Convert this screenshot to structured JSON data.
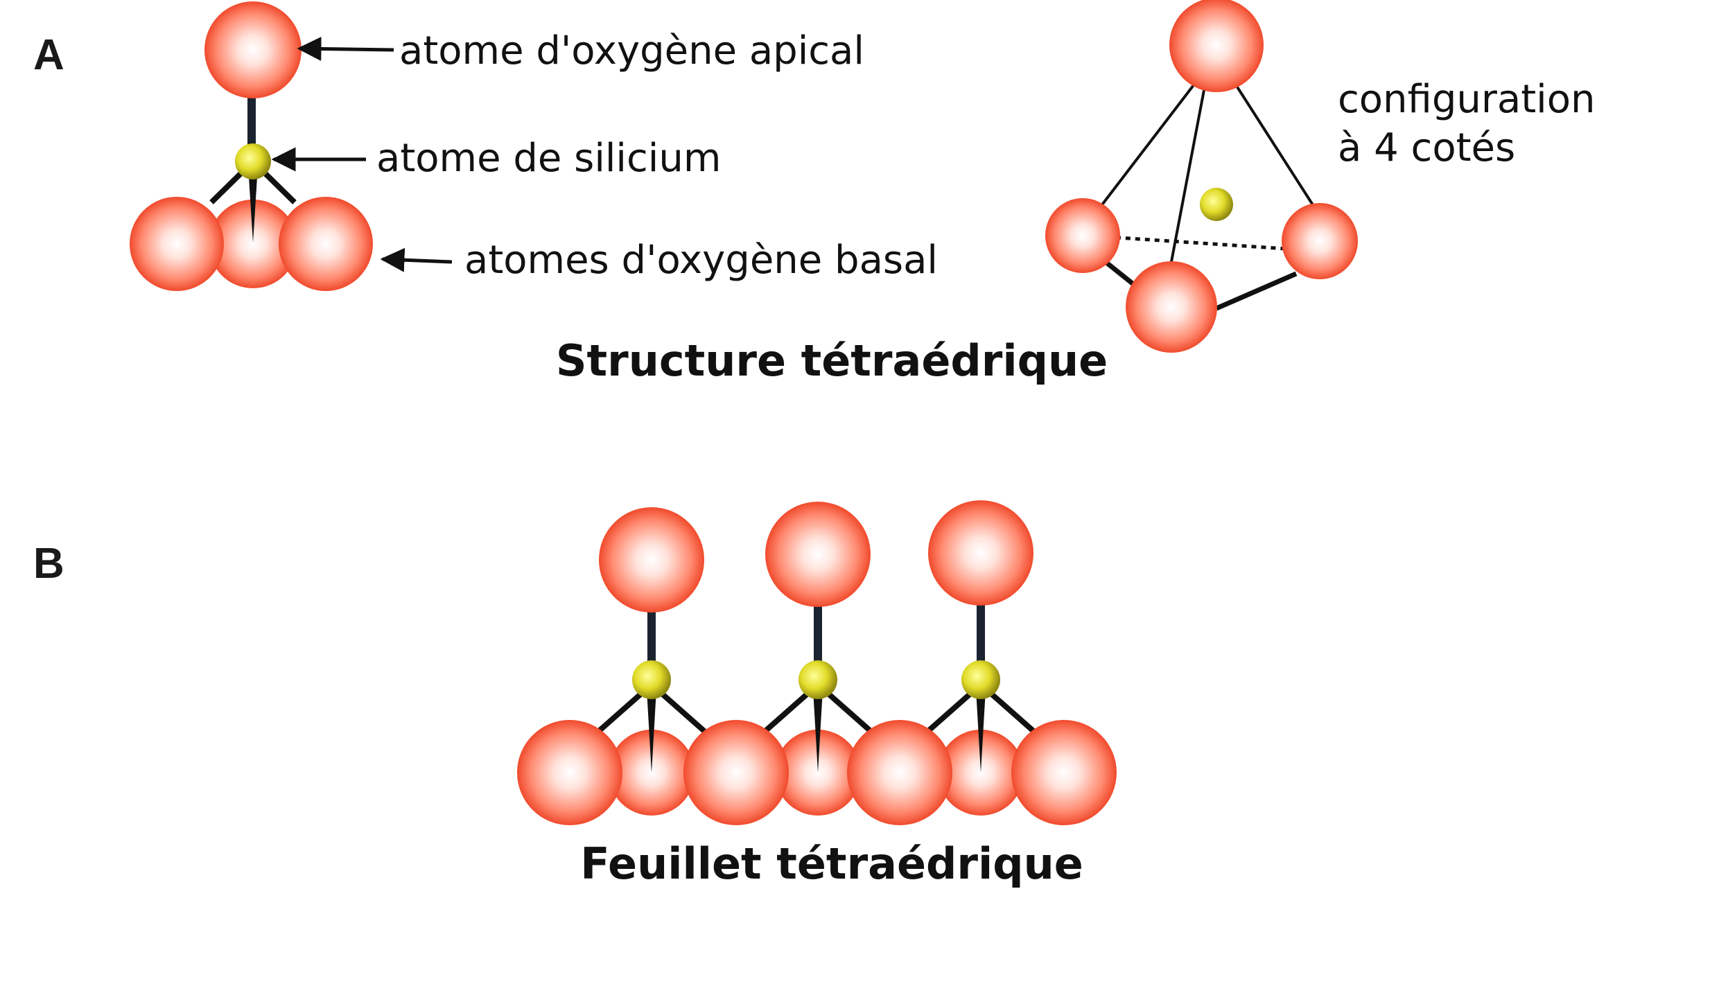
{
  "panel_a": {
    "letter": "A",
    "labels": {
      "apical_oxygen": "atome d'oxygène apical",
      "silicon": "atome de silicium",
      "basal_oxygen": "atomes d'oxygène basal",
      "configuration_line1": "configuration",
      "configuration_line2": "à 4 cotés"
    },
    "caption": "Structure tétraédrique"
  },
  "panel_b": {
    "letter": "B",
    "caption": "Feuillet tétraédrique"
  },
  "colors": {
    "oxygen": "#f04a2c",
    "silicon": "#c9c01a",
    "bond": "#111111"
  }
}
